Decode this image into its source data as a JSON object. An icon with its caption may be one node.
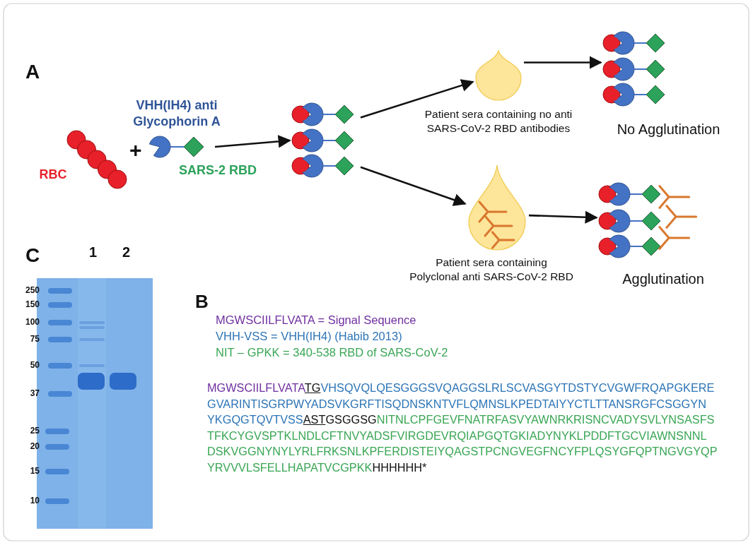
{
  "diagram": {
    "nodes": [
      {
        "text": [],
        "shape": "picture",
        "beside": [
          "RBC"
        ]
      },
      {
        "text": [],
        "shape": "picture",
        "beside": [
          "VHH(IH4) anti Glycophorin A",
          "SARS-2 RBD"
        ]
      },
      {
        "text": [],
        "shape": "picture"
      },
      {
        "text": [],
        "shape": "picture",
        "beside": [
          "Patient sera containing no anti SARS-CoV-2 RBD antibodies"
        ]
      },
      {
        "text": [],
        "shape": "picture",
        "beside": [
          "No Agglutination"
        ]
      },
      {
        "text": [],
        "shape": "picture",
        "beside": [
          "Patient sera containing Polyclonal anti SARS-CoV-2 RBD"
        ]
      },
      {
        "text": [],
        "shape": "picture",
        "beside": [
          "Agglutination"
        ]
      }
    ],
    "edges": [
      {
        "from": 1,
        "to": 2,
        "arrow": "to"
      },
      {
        "from": 2,
        "to": 3,
        "arrow": "to"
      },
      {
        "from": 2,
        "to": 5,
        "arrow": "to"
      },
      {
        "from": 3,
        "to": 4,
        "arrow": "to"
      },
      {
        "from": 5,
        "to": 6,
        "arrow": "to"
      }
    ],
    "labels": [
      "A",
      "+",
      "C",
      "1",
      "2",
      "250",
      "150",
      "100",
      "75",
      "50",
      "37",
      "25",
      "20",
      "15",
      "10",
      "B",
      "MGWSCIILFLVATA = Signal Sequence",
      "VHH-VSS = VHH(IH4) (Habib 2013)",
      "NIT – GPKK = 340-538 RBD of SARS-CoV-2",
      "MGWSCIILFLVATA",
      "TG",
      "VHSQVQLQESGGGSVQAGGSLRLSCVASGYTDSTYCVGWFRQAPGKERE",
      "GVARINTISGRPWYADSVKGRFTISQDNSKNTVFLQMNSLKPEDTAIYYCTLTTANSRGFCSGGYN",
      "YKGQGTQVTVSS",
      "AST",
      "GSGGSG",
      "NITNLCPFGEVFNATRFASVYAWNRKRISNCVADYSVLYNSASFS",
      "TFKCYGVSPTKLNDLCFTNVYADSFVIRGDEVRQIAPGQTGKIADYNYKLPDDFTGCVIAWNSNNL",
      "DSKVGGNYNYLYRLFRKSNLKPFERDISTEIYQAGSTPCNGVEGFNCYFPLQSYGFQPTNGVGYQP",
      "YRVVVLSFELLHAPATVCGPKK",
      "HHHHHH*"
    ]
  }
}
